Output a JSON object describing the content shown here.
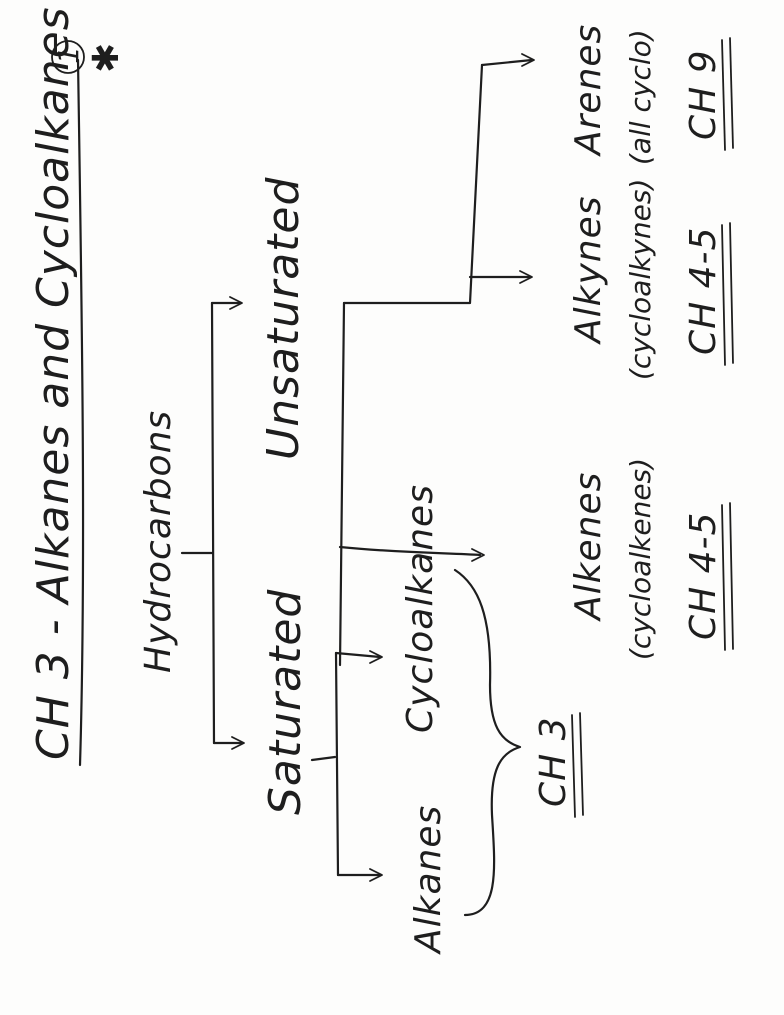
{
  "page": {
    "title": "CH 3 - Alkanes and Cycloalkanes",
    "page_number": "1",
    "star_mark": "✱"
  },
  "tree": {
    "root": "Hydrocarbons",
    "saturated": {
      "label": "Saturated",
      "children": [
        "Alkanes",
        "Cycloalkanes"
      ],
      "chapter": "CH 3"
    },
    "unsaturated": {
      "label": "Unsaturated",
      "children": [
        {
          "name": "Alkenes",
          "sub": "(cycloalkenes)",
          "chapter": "CH 4-5"
        },
        {
          "name": "Alkynes",
          "sub": "(cycloalkynes)",
          "chapter": "CH 4-5"
        },
        {
          "name": "Arenes",
          "sub": "(all cyclo)",
          "chapter": "CH 9"
        }
      ]
    }
  }
}
